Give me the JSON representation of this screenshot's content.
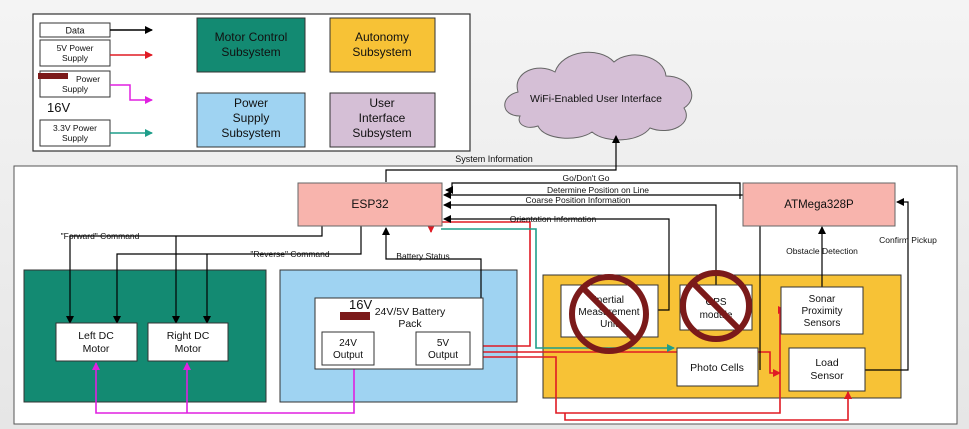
{
  "legend": {
    "items": [
      {
        "label": "Data",
        "color": "#000000"
      },
      {
        "label": "5V Power Supply",
        "lines": [
          "5V Power",
          "Supply"
        ],
        "color": "#e01b24"
      },
      {
        "label": "Power Supply",
        "lines": [
          "Power",
          "Supply"
        ],
        "color": "#e020e0"
      },
      {
        "label": "3.3V Power Supply",
        "lines": [
          "3.3V Power",
          "Supply"
        ],
        "color": "#1f9e8a"
      }
    ],
    "handwritten_note": "16V",
    "subsystems": [
      {
        "label": "Motor Control Subsystem",
        "lines": [
          "Motor Control",
          "Subsystem"
        ],
        "fill": "#138a72"
      },
      {
        "label": "Autonomy Subsystem",
        "lines": [
          "Autonomy",
          "Subsystem"
        ],
        "fill": "#f7c236"
      },
      {
        "label": "Power Supply Subsystem",
        "lines": [
          "Power",
          "Supply",
          "Subsystem"
        ],
        "fill": "#9fd3f2"
      },
      {
        "label": "User Interface Subsystem",
        "lines": [
          "User",
          "Interface",
          "Subsystem"
        ],
        "fill": "#d5bfd6"
      }
    ]
  },
  "cloud": {
    "label": "WiFi-Enabled User Interface",
    "fill": "#d5bfd6"
  },
  "nodes": {
    "esp32": "ESP32",
    "atmega": "ATMega328P",
    "left_motor": [
      "Left DC",
      "Motor"
    ],
    "right_motor": [
      "Right DC",
      "Motor"
    ],
    "battery_pack": [
      "24V/5V Battery",
      "Pack"
    ],
    "battery_note": "16V",
    "out24": [
      "24V",
      "Output"
    ],
    "out5": [
      "5V",
      "Output"
    ],
    "imu": [
      "Inertial",
      "Measurement",
      "Unit"
    ],
    "gps": [
      "GPS",
      "module"
    ],
    "photo": "Photo Cells",
    "sonar": [
      "Sonar",
      "Proximity",
      "Sensors"
    ],
    "load": [
      "Load",
      "Sensor"
    ]
  },
  "signals": {
    "system_info": "System Information",
    "go": "Go/Don't Go",
    "determine": "Determine Position on Line",
    "coarse": "Coarse Position Information",
    "orientation": "Orientation Information",
    "forward": "\"Forward\" Command",
    "reverse": "\"Reverse\" Command",
    "battery_status": "Battery Status",
    "obstacle": "Obstacle Detection",
    "confirm": "Confirm Pickup"
  },
  "colors": {
    "salmon": "#f8b4ad",
    "green": "#138a72",
    "blue": "#9fd3f2",
    "yellow": "#f7c236",
    "red": "#e01b24",
    "magenta": "#e020e0",
    "teal": "#1f9e8a",
    "prohibit": "#7b1a1a"
  }
}
